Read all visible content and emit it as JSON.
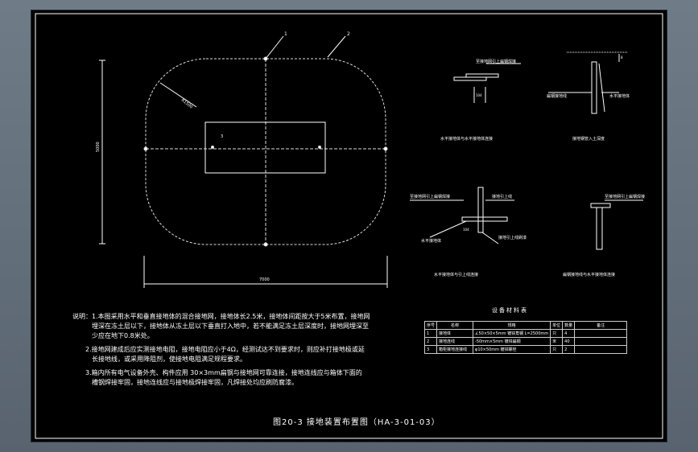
{
  "colors": {
    "background": "#000000",
    "lines": "#ffffff",
    "frame": "#ffffff",
    "window": "#5f6b77"
  },
  "plan": {
    "width_dim": "7000",
    "height_dim": "5000",
    "radius_label": "R1500",
    "callouts": [
      "1",
      "2",
      "3"
    ]
  },
  "details": [
    {
      "caption": "水平接地体与水平接地体连接",
      "label": "至接地网引上扁钢焊接",
      "dim": "104"
    },
    {
      "caption": "接地钢管入土深度",
      "label1": "扁钢接地线",
      "label2": "水平接地体",
      "dim": "8"
    },
    {
      "caption": "水平接地体与引上线连接",
      "label1": "至接地网引上扁钢焊接",
      "label2": "接地引上线",
      "label3": "接地引上线刷漆",
      "label4": "水平接地体",
      "dim": "104"
    },
    {
      "caption": "扁钢接地线与水平接地体连接",
      "label": "至接地网引上扁钢焊接"
    }
  ],
  "notes": [
    "说明：1.本图采用水平和垂直接地体的混合接地网，接地体长2.5米，接地体间距按大于5米布置，接地网",
    "埋深在冻土层以下，接地体从冻土层以下垂直打入地中，若不能满足冻土层深度时，接地网埋深至",
    "少应在地下0.8米处。",
    "2.接地网建成后应实测接地电阻，接地电阻应小于4Ω，经测试达不到要求时，则应补打接地极或延",
    "长接地线，或采用降阻剂，使接地电阻满足规程要求。",
    "3.箱内所有电气设备外壳、构件应用 30×3mm扁钢与接地网可靠连接，接地连线应与箱体下面的",
    "槽钢焊接牢固，接地连线应与接地极焊接牢固，凡焊接处均应刷防腐漆。"
  ],
  "material_table": {
    "title": "设备材料表",
    "headers": [
      "序号",
      "名称",
      "规格",
      "单位",
      "数量",
      "备注"
    ],
    "rows": [
      [
        "1",
        "接地体",
        "∠50×50×5mm 镀锌角钢 L=2500mm",
        "只",
        "4",
        ""
      ],
      [
        "2",
        "接地连线",
        "-50mm×5mm 镀锌扁钢",
        "米",
        "40",
        ""
      ],
      [
        "3",
        "箱柜接地连接线",
        "φ10×50mm 镀锌螺栓",
        "只",
        "2",
        ""
      ]
    ]
  },
  "caption": "图20-3 接地装置布置图（HA-3-01-03）"
}
